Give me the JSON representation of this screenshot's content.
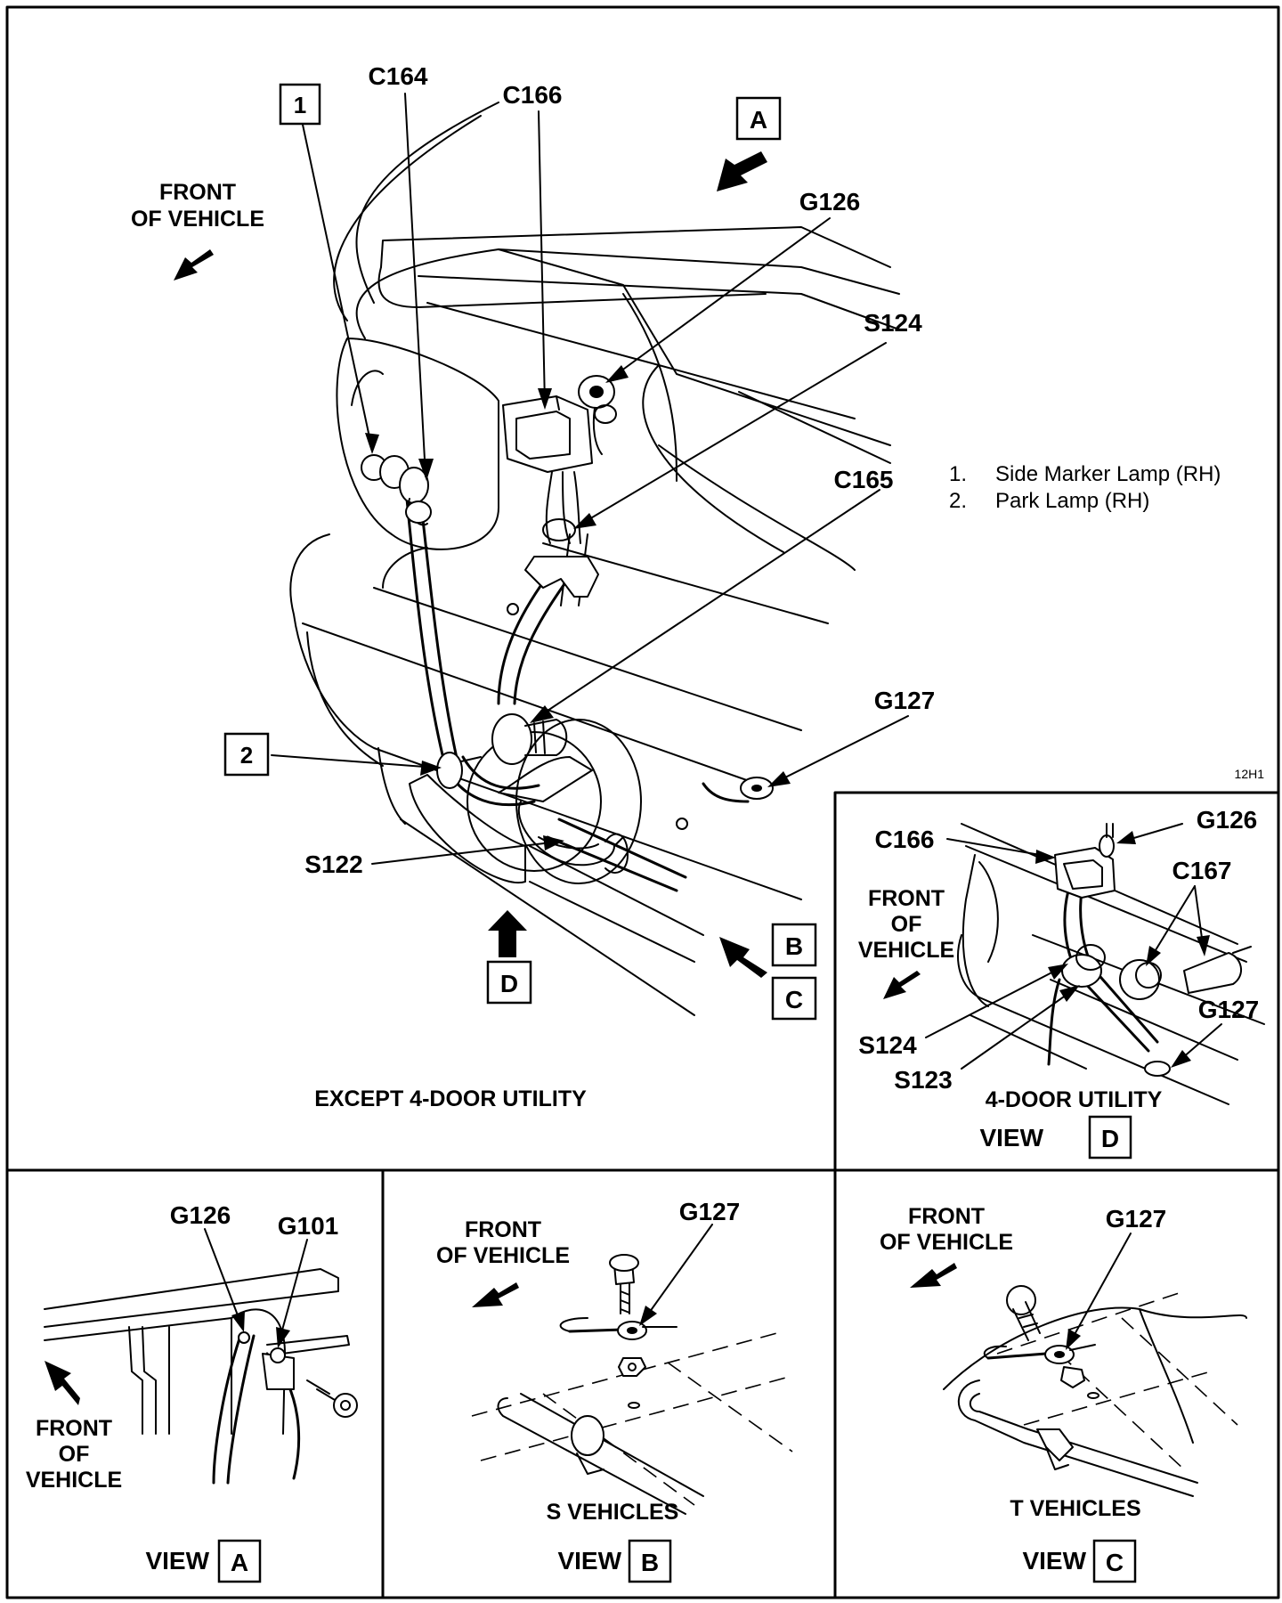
{
  "main": {
    "callouts": {
      "item1": "1",
      "item2": "2",
      "view_a": "A",
      "view_b": "B",
      "view_c": "C",
      "view_d": "D"
    },
    "labels": {
      "c164": "C164",
      "c166": "C166",
      "g126": "G126",
      "s124": "S124",
      "c165": "C165",
      "g127": "G127",
      "s122": "S122"
    },
    "front_of_vehicle_line1": "FRONT",
    "front_of_vehicle_line2": "OF VEHICLE",
    "legend": [
      {
        "num": "1.",
        "text": "Side Marker Lamp (RH)"
      },
      {
        "num": "2.",
        "text": "Park Lamp (RH)"
      }
    ],
    "figure_code": "12H1",
    "caption": "EXCEPT 4-DOOR UTILITY"
  },
  "view_d": {
    "labels": {
      "c166": "C166",
      "g126": "G126",
      "c167": "C167",
      "g127": "G127",
      "s124": "S124",
      "s123": "S123"
    },
    "front_line1": "FRONT",
    "front_line2": "OF",
    "front_line3": "VEHICLE",
    "caption": "4-DOOR UTILITY",
    "view_word": "VIEW",
    "view_letter": "D"
  },
  "view_a": {
    "labels": {
      "g126": "G126",
      "g101": "G101"
    },
    "front_line1": "FRONT",
    "front_line2": "OF",
    "front_line3": "VEHICLE",
    "view_word": "VIEW",
    "view_letter": "A"
  },
  "view_b": {
    "label": "G127",
    "front_line1": "FRONT",
    "front_line2": "OF VEHICLE",
    "caption": "S VEHICLES",
    "view_word": "VIEW",
    "view_letter": "B"
  },
  "view_c": {
    "label": "G127",
    "front_line1": "FRONT",
    "front_line2": "OF VEHICLE",
    "caption": "T VEHICLES",
    "view_word": "VIEW",
    "view_letter": "C"
  }
}
